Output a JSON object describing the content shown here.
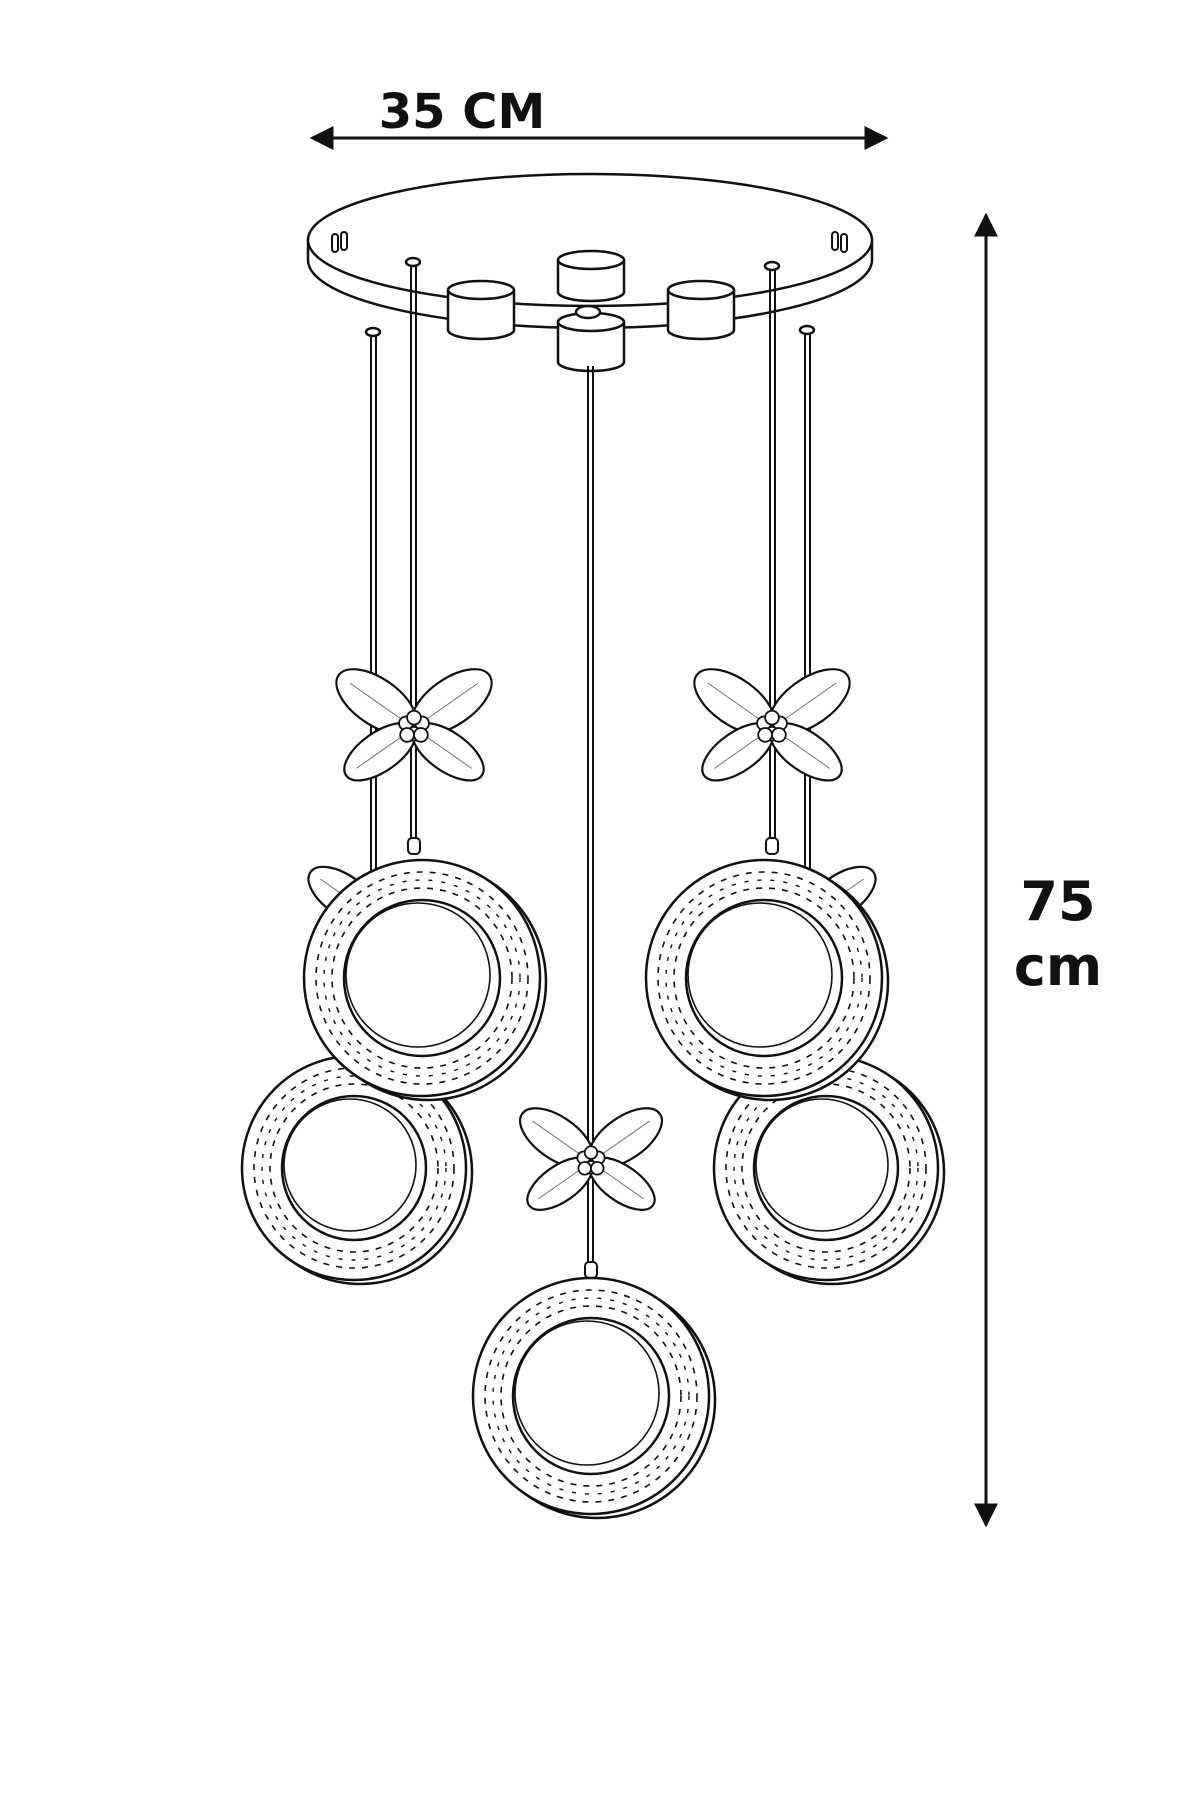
{
  "dimensions": {
    "width_label": "35 CM",
    "height_value": "75",
    "height_unit": "cm"
  },
  "colors": {
    "line": "#111111",
    "background": "#ffffff"
  }
}
